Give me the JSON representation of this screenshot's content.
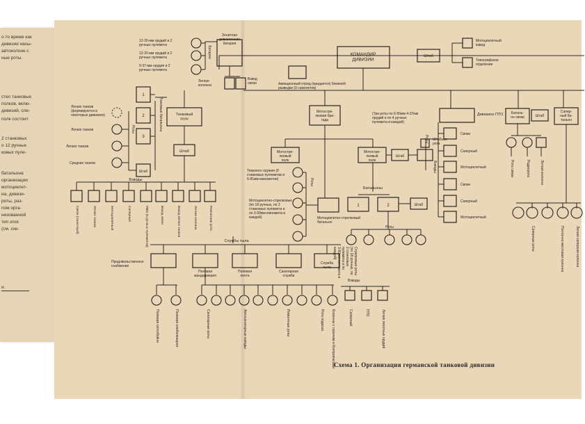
{
  "left_page_lines": [
    "о то время как",
    "дивизии насы-",
    "автоколонн с",
    "ные роты.",
    "стел танковых",
    "полков, вклю-",
    "дивизий, сле-",
    "полк состоит",
    "2 станковых",
    "о 12 ручных",
    "ковых пуле-",
    "батальона",
    "организации",
    "мотоциклет-",
    "на, дивизи-",
    "роты, раз-",
    "пом орга-",
    "низованной",
    "тип этих",
    "(см. схе-"
  ],
  "left_page_footer": "и.",
  "caption": "Схема 1. Организация германской танковой дивизии",
  "nodes": {
    "hq": "КОМАНДИР ДИВИЗИИ",
    "hq_staff": "Штаб",
    "moto_platoon": "Мотоциклетный взвод",
    "typo": "Типографское отделение",
    "aa_battery": "Зенитная дивизионная батарея",
    "aa_light_column": "Легкая колонна",
    "aa_comm": "Взвод связи",
    "aa_20mm_a": "12-20-мм орудий и 2 ручных пулемета",
    "aa_20mm_b": "12-20-мм орудий и 2 ручных пулемета",
    "aa_37mm": "9-37-мм орудия и 2 ручных пулемета",
    "aa_battery_side": "Батареи",
    "aviation": "Авиационный отряд (придается) ближней разведки (9 самолетов)",
    "tank_regiment": "Танковый полк",
    "tank_battalions": "Танковые батальоны",
    "tank_light_note": "Легких танков (формируются в некоторых дивизиях)",
    "tank_light_1": "Легких танков",
    "tank_light_2": "Легких танков",
    "tank_medium": "Средних танков",
    "roty": "Роты",
    "tank_staff_1": "Штаб",
    "tank_staff_2": "Штаб",
    "vzvody": "Взводы",
    "tank_platoons": [
      "Связи (танко-вый)",
      "Легких танков",
      "Мотоциклетный",
      "Саперный",
      "ПВО (6 ручных пулеметов)",
      "Взвод связи",
      "Взвод легких танков",
      "Легкая колонна",
      "Ремонтная рота"
    ],
    "motor_brigade": "Мотострелковая бригада",
    "motor_regiment_1": "Мотострелковый полк",
    "motor_regiment_2": "Мотострелковый полк",
    "motor_staff": "Штаб",
    "staff_company": "Штабная рота",
    "heavy_weapons": "Тяжелого оружия (8 станковых пулеметов и 6-81мм минометов)",
    "moto_companies": "Мотоциклетно-стрелковые (по 18 ручных, по 2 станковых пулемета и по 3-50мм миномета в каждой)",
    "moto_battalion": "Мотоциклетно-стрелковый батальон",
    "roty_side": "Роты",
    "battalions": "Батальоны",
    "bn_1": "1",
    "bn_2": "2",
    "bn_staff": "Штаб",
    "heavy_roty": "Роты",
    "heavy_companies": "Тяжелого оружия (8 станковых пулеметов и 6-81 мм минометов)",
    "rifle_companies": "Стрелковые роты (по 18 ручных, по 2 станковых пулемета и по 3-50мм миномета в каждой)",
    "pto_note": "(Три роты по 6-50мм 4-37мм орудий и по 4 ручных пулемета в каждой)",
    "pto_division": "Дивизион ПТО",
    "pto_platoons": [
      "Связи",
      "Саперный",
      "Мотоциклетный",
      "Связи",
      "Саперный",
      "Мотоциклетный"
    ],
    "pto_vzvody": "Взводы",
    "pto_roty": "Роты",
    "signal_battalion": "Батальон связи",
    "signal_staff": "Штаб",
    "sapper_battalion": "Саперный батальон",
    "signal_units": [
      "Рота связи",
      "Радиорота",
      "Легкая колонна"
    ],
    "sapper_units": [
      "Саперные роты",
      "Понтонно-мостовая колонна",
      "Легкая саперная колонна"
    ],
    "services": "Службы тыла",
    "rear_units": [
      "Продовольственное снабжение",
      "Полевая жандармерия",
      "Полевая почта",
      "Санитарная служба",
      "Служба тыла"
    ],
    "rear_vzvody": "Взводы",
    "bottom_labels": [
      "Полевая скотобойня",
      "Полевая хлебопекарня",
      "Санитарные роты",
      "Автосанитарные взводы",
      "Ремонтные роты",
      "Рота подвоза",
      "Колонны с горючим и боеприпасами",
      "ПТО",
      "Саперный",
      "Легких пехотных орудий"
    ],
    "inner_labels": [
      "Тяжелого оружия",
      "Пехотный (8 пулеметов)",
      "Роты"
    ]
  }
}
